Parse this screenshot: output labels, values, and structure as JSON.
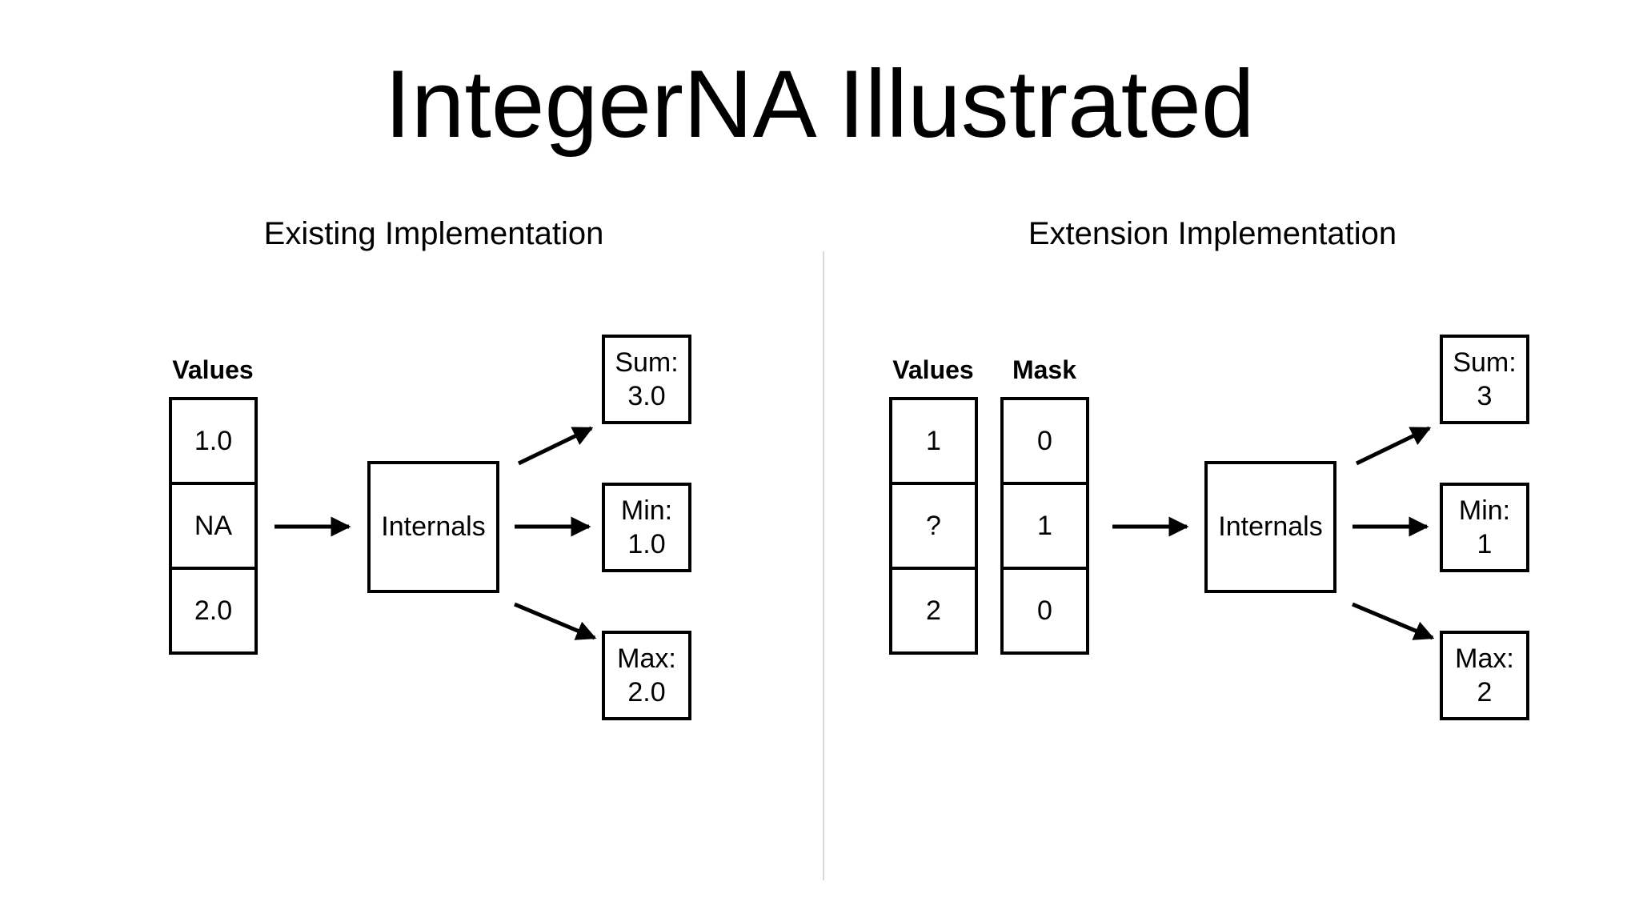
{
  "title": "IntegerNA Illustrated",
  "left": {
    "heading": "Existing Implementation",
    "values_label": "Values",
    "values": [
      "1.0",
      "NA",
      "2.0"
    ],
    "internals": "Internals",
    "sum_label": "Sum:",
    "sum": "3.0",
    "min_label": "Min:",
    "min": "1.0",
    "max_label": "Max:",
    "max": "2.0"
  },
  "right": {
    "heading": "Extension Implementation",
    "values_label": "Values",
    "mask_label": "Mask",
    "values": [
      "1",
      "?",
      "2"
    ],
    "mask": [
      "0",
      "1",
      "0"
    ],
    "internals": "Internals",
    "sum_label": "Sum:",
    "sum": "3",
    "min_label": "Min:",
    "min": "1",
    "max_label": "Max:",
    "max": "2"
  }
}
